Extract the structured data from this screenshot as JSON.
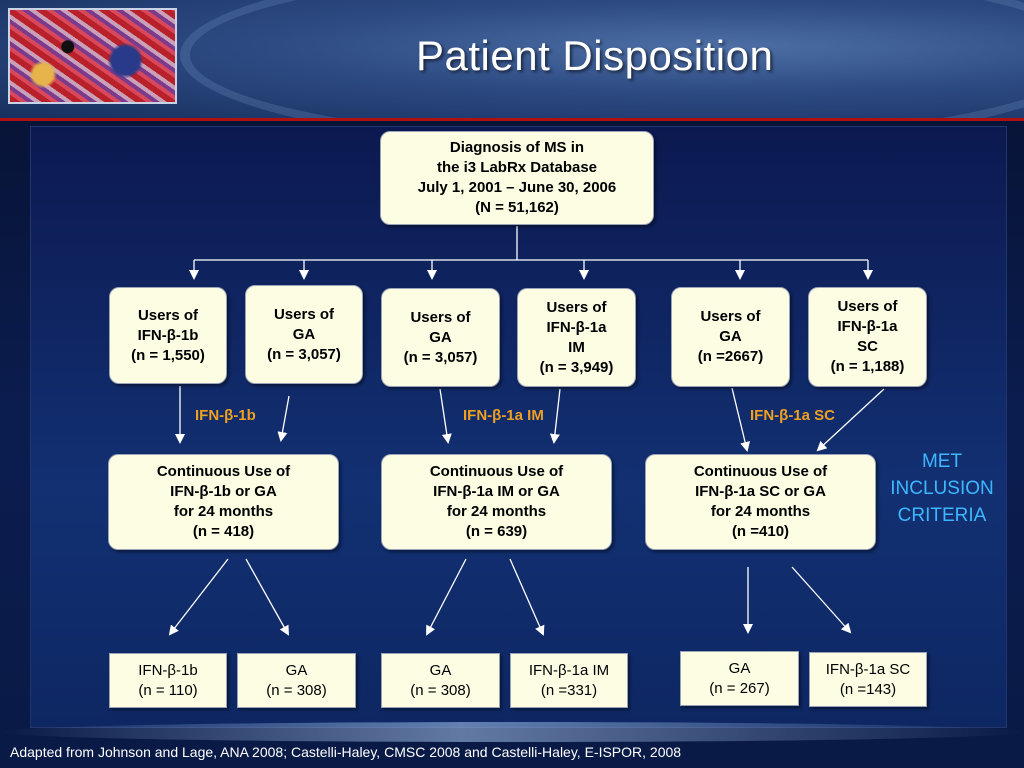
{
  "title": "Patient Disposition",
  "root": {
    "text": "Diagnosis of MS in\nthe i3 LabRx Database\nJuly 1, 2001 – June 30, 2006\n(N = 51,162)"
  },
  "users": [
    "Users of\nIFN-β-1b\n(n = 1,550)",
    "Users of\nGA\n(n = 3,057)",
    "Users of\nGA\n(n = 3,057)",
    "Users of\nIFN-β-1a\nIM\n(n = 3,949)",
    "Users of\nGA\n(n =2667)",
    "Users of\nIFN-β-1a\nSC\n(n = 1,188)"
  ],
  "group_labels": [
    "IFN-β-1b",
    "IFN-β-1a IM",
    "IFN-β-1a SC"
  ],
  "continuous": [
    "Continuous Use of\nIFN-β-1b or GA\nfor 24 months\n(n = 418)",
    "Continuous Use of\nIFN-β-1a IM or GA\nfor 24 months\n(n = 639)",
    "Continuous Use of\nIFN-β-1a SC or GA\nfor 24 months\n(n =410)"
  ],
  "leaves": [
    "IFN-β-1b\n(n = 110)",
    "GA\n(n = 308)",
    "GA\n(n = 308)",
    "IFN-β-1a IM\n(n =331)",
    "GA\n(n = 267)",
    "IFN-β-1a SC\n(n =143)"
  ],
  "met_label": "MET\nINCLUSION\nCRITERIA",
  "footnote": "Adapted from Johnson and Lage, ANA 2008; Castelli-Haley, CMSC 2008 and Castelli-Haley, E-ISPOR, 2008",
  "colors": {
    "box_fill": "#fdfde4",
    "group_label": "#f0a020",
    "met_label": "#3db7ff",
    "accent_rule": "#b01010"
  }
}
